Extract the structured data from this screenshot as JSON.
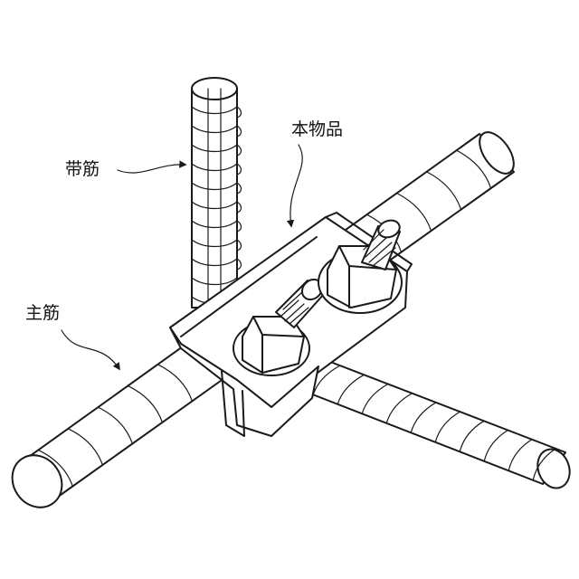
{
  "labels": {
    "stirrup": "带筋",
    "product": "本物品",
    "main_bar": "主筋"
  },
  "colors": {
    "line": "#1a1a1a",
    "background": "#ffffff"
  }
}
